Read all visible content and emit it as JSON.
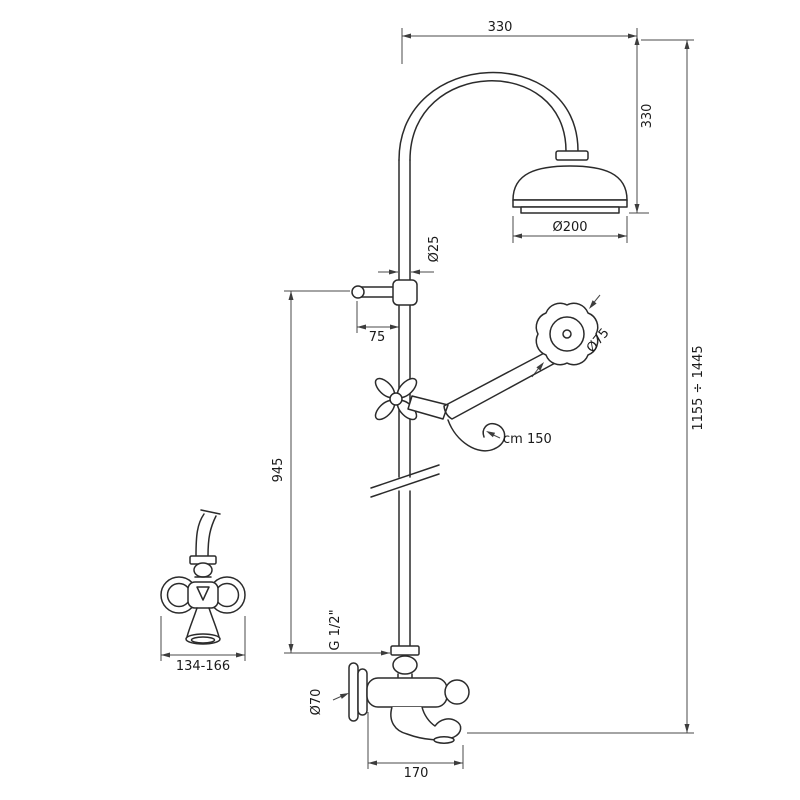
{
  "dims": {
    "arc_width": "330",
    "head_drop": "330",
    "head_diameter": "Ø200",
    "riser_diameter": "Ø25",
    "bracket_offset": "75",
    "handshower_diameter": "Ø75",
    "hose_length": "cm 150",
    "total_height": "1155 ÷ 1445",
    "riser_height": "945",
    "mixer_centers": "134-166",
    "inlet_thread": "G 1/2\"",
    "escutcheon_diameter": "Ø70",
    "spout_reach": "170"
  }
}
